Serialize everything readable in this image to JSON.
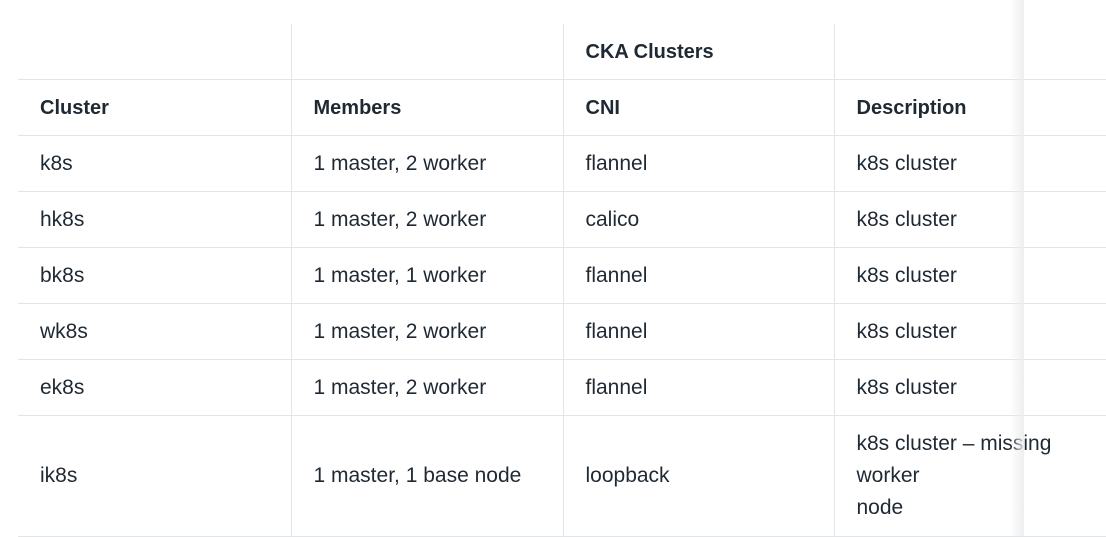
{
  "table": {
    "caption": "CKA Clusters",
    "headers": [
      "Cluster",
      "Members",
      "CNI",
      "Description"
    ],
    "rows": [
      {
        "cluster": "k8s",
        "members": "1 master, 2 worker",
        "cni": "flannel",
        "description": "k8s cluster"
      },
      {
        "cluster": "hk8s",
        "members": "1 master, 2 worker",
        "cni": "calico",
        "description": "k8s cluster"
      },
      {
        "cluster": "bk8s",
        "members": "1 master, 1 worker",
        "cni": "flannel",
        "description": "k8s cluster"
      },
      {
        "cluster": "wk8s",
        "members": "1 master, 2 worker",
        "cni": "flannel",
        "description": "k8s cluster"
      },
      {
        "cluster": "ek8s",
        "members": "1 master, 2 worker",
        "cni": "flannel",
        "description": "k8s cluster"
      },
      {
        "cluster": "ik8s",
        "members": "1 master, 1 base node",
        "cni": "loopback",
        "description_lines": [
          "k8s cluster – missing",
          "worker",
          "node"
        ]
      }
    ]
  }
}
